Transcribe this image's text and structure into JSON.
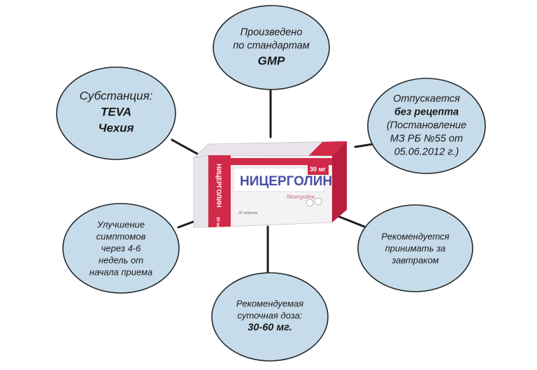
{
  "colors": {
    "bubble_fill": "#c7dcea",
    "bubble_stroke": "#23282c",
    "connector": "#1e1e1e",
    "box_red": "#d12a48",
    "box_white": "#f4f2f4",
    "box_text": "#4a4fa8"
  },
  "center": {
    "product_name": "НИЦЕРГОЛИН",
    "dose": "30 мг",
    "latin_name": "Nicergoline",
    "side_name": "НИЦЕРГОЛИН",
    "side_dose": "30 мг",
    "count_text": "30 таблеток"
  },
  "bubbles": {
    "gmp": {
      "lines": [
        "Произведено",
        "по стандартам"
      ],
      "bold": "GMP"
    },
    "substance": {
      "label": "Субстанция:",
      "bold1": "TEVA",
      "bold2": "Чехия"
    },
    "otc": {
      "line1": "Отпускается",
      "bold": "без рецепта",
      "lines": [
        "(Постановление",
        "МЗ РБ №55 от",
        "05.06.2012 г.)"
      ]
    },
    "improvement": {
      "lines": [
        "Улучшение",
        "симптомов",
        "через 4-6",
        "недель от",
        "начала приема"
      ]
    },
    "breakfast": {
      "lines": [
        "Рекомендуется",
        "принимать за",
        "завтраком"
      ]
    },
    "dose": {
      "lines": [
        "Рекомендуемая",
        "суточная доза:"
      ],
      "bold": "30-60 мг."
    }
  }
}
